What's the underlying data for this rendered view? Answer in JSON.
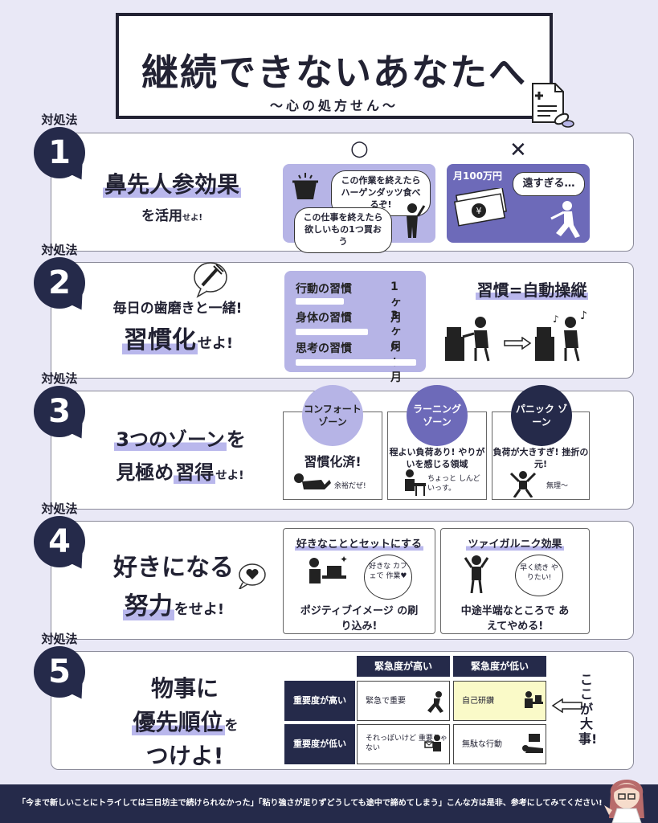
{
  "header": {
    "title": "継続できないあなたへ",
    "subtitle": "〜心の処方せん〜"
  },
  "badge_label": "対処法",
  "methods": [
    {
      "number": "1",
      "heading_main": "鼻先人参効果",
      "heading_sub_a": "を活用",
      "heading_sub_b": "せよ!",
      "good_mark": "○",
      "bad_mark": "✕",
      "good_bubble_1": "この作業を終えたら ハーゲンダッツ食べるぞ!",
      "good_bubble_2": "この仕事を終えたら 欲しいもの1つ買おう",
      "bad_label": "月100万円",
      "bad_bubble": "遠すぎる…"
    },
    {
      "number": "2",
      "heading_line1": "毎日の歯磨きと一緒!",
      "heading_main": "習慣化",
      "heading_suffix": "せよ!",
      "habits": [
        {
          "name": "行動の習慣",
          "duration": "1ヶ月"
        },
        {
          "name": "身体の習慣",
          "duration": "3ヶ月"
        },
        {
          "name": "思考の習慣",
          "duration": "6ヶ月"
        }
      ],
      "right_title": "習慣=自動操縦"
    },
    {
      "number": "3",
      "heading_line1_a": "3つのゾーン",
      "heading_line1_b": "を",
      "heading_line2_a": "見極め",
      "heading_line2_b": "習得",
      "heading_line2_c": "せよ!",
      "zones": [
        {
          "name": "コンフォート ゾーン",
          "desc": "習慣化済!",
          "note": "余裕だぜ!",
          "color": "#b6b4e6"
        },
        {
          "name": "ラーニング ゾーン",
          "desc": "程よい負荷あり! やりがいを感じる領域",
          "note": "ちょっと しんどいっす。",
          "color": "#6d6ab9"
        },
        {
          "name": "パニック ゾーン",
          "desc": "負荷が大きすぎ! 挫折の元!",
          "note": "無理〜",
          "color": "#252a4a"
        }
      ]
    },
    {
      "number": "4",
      "heading_line1": "好きになる",
      "heading_line2_a": "努力",
      "heading_line2_b": "をせよ!",
      "left_panel": {
        "title": "好きなこととセットにする",
        "bubble": "好きな カフェで 作業♥",
        "caption": "ポジティブイメージ の刷り込み!"
      },
      "right_panel": {
        "title": "ツァイガルニク効果",
        "bubble": "早く続き やりたい!",
        "caption": "中途半端なところで あえてやめる!"
      }
    },
    {
      "number": "5",
      "heading_line1": "物事に",
      "heading_line2_a": "優先順位",
      "heading_line2_b": "を",
      "heading_line3": "つけよ!",
      "col_heads": [
        "緊急度が高い",
        "緊急度が低い"
      ],
      "row_heads": [
        "重要度が高い",
        "重要度が低い"
      ],
      "cells": [
        "緊急で重要",
        "自己研鑽",
        "それっぽいけど 重要じゃない",
        "無駄な行動"
      ],
      "callout": "ここが大事!"
    }
  ],
  "footer": {
    "text": "「今まで新しいことにトライしては三日坊主で続けられなかった」「粘り強さが足りずどうしても途中で諦めてしまう」こんな方は是非、参考にしてみてください!"
  },
  "colors": {
    "navy": "#252a4a",
    "lavender": "#b6b4e6",
    "purple": "#6d6ab9",
    "background": "#e9e8f6",
    "highlight_yellow": "#fafac8"
  }
}
